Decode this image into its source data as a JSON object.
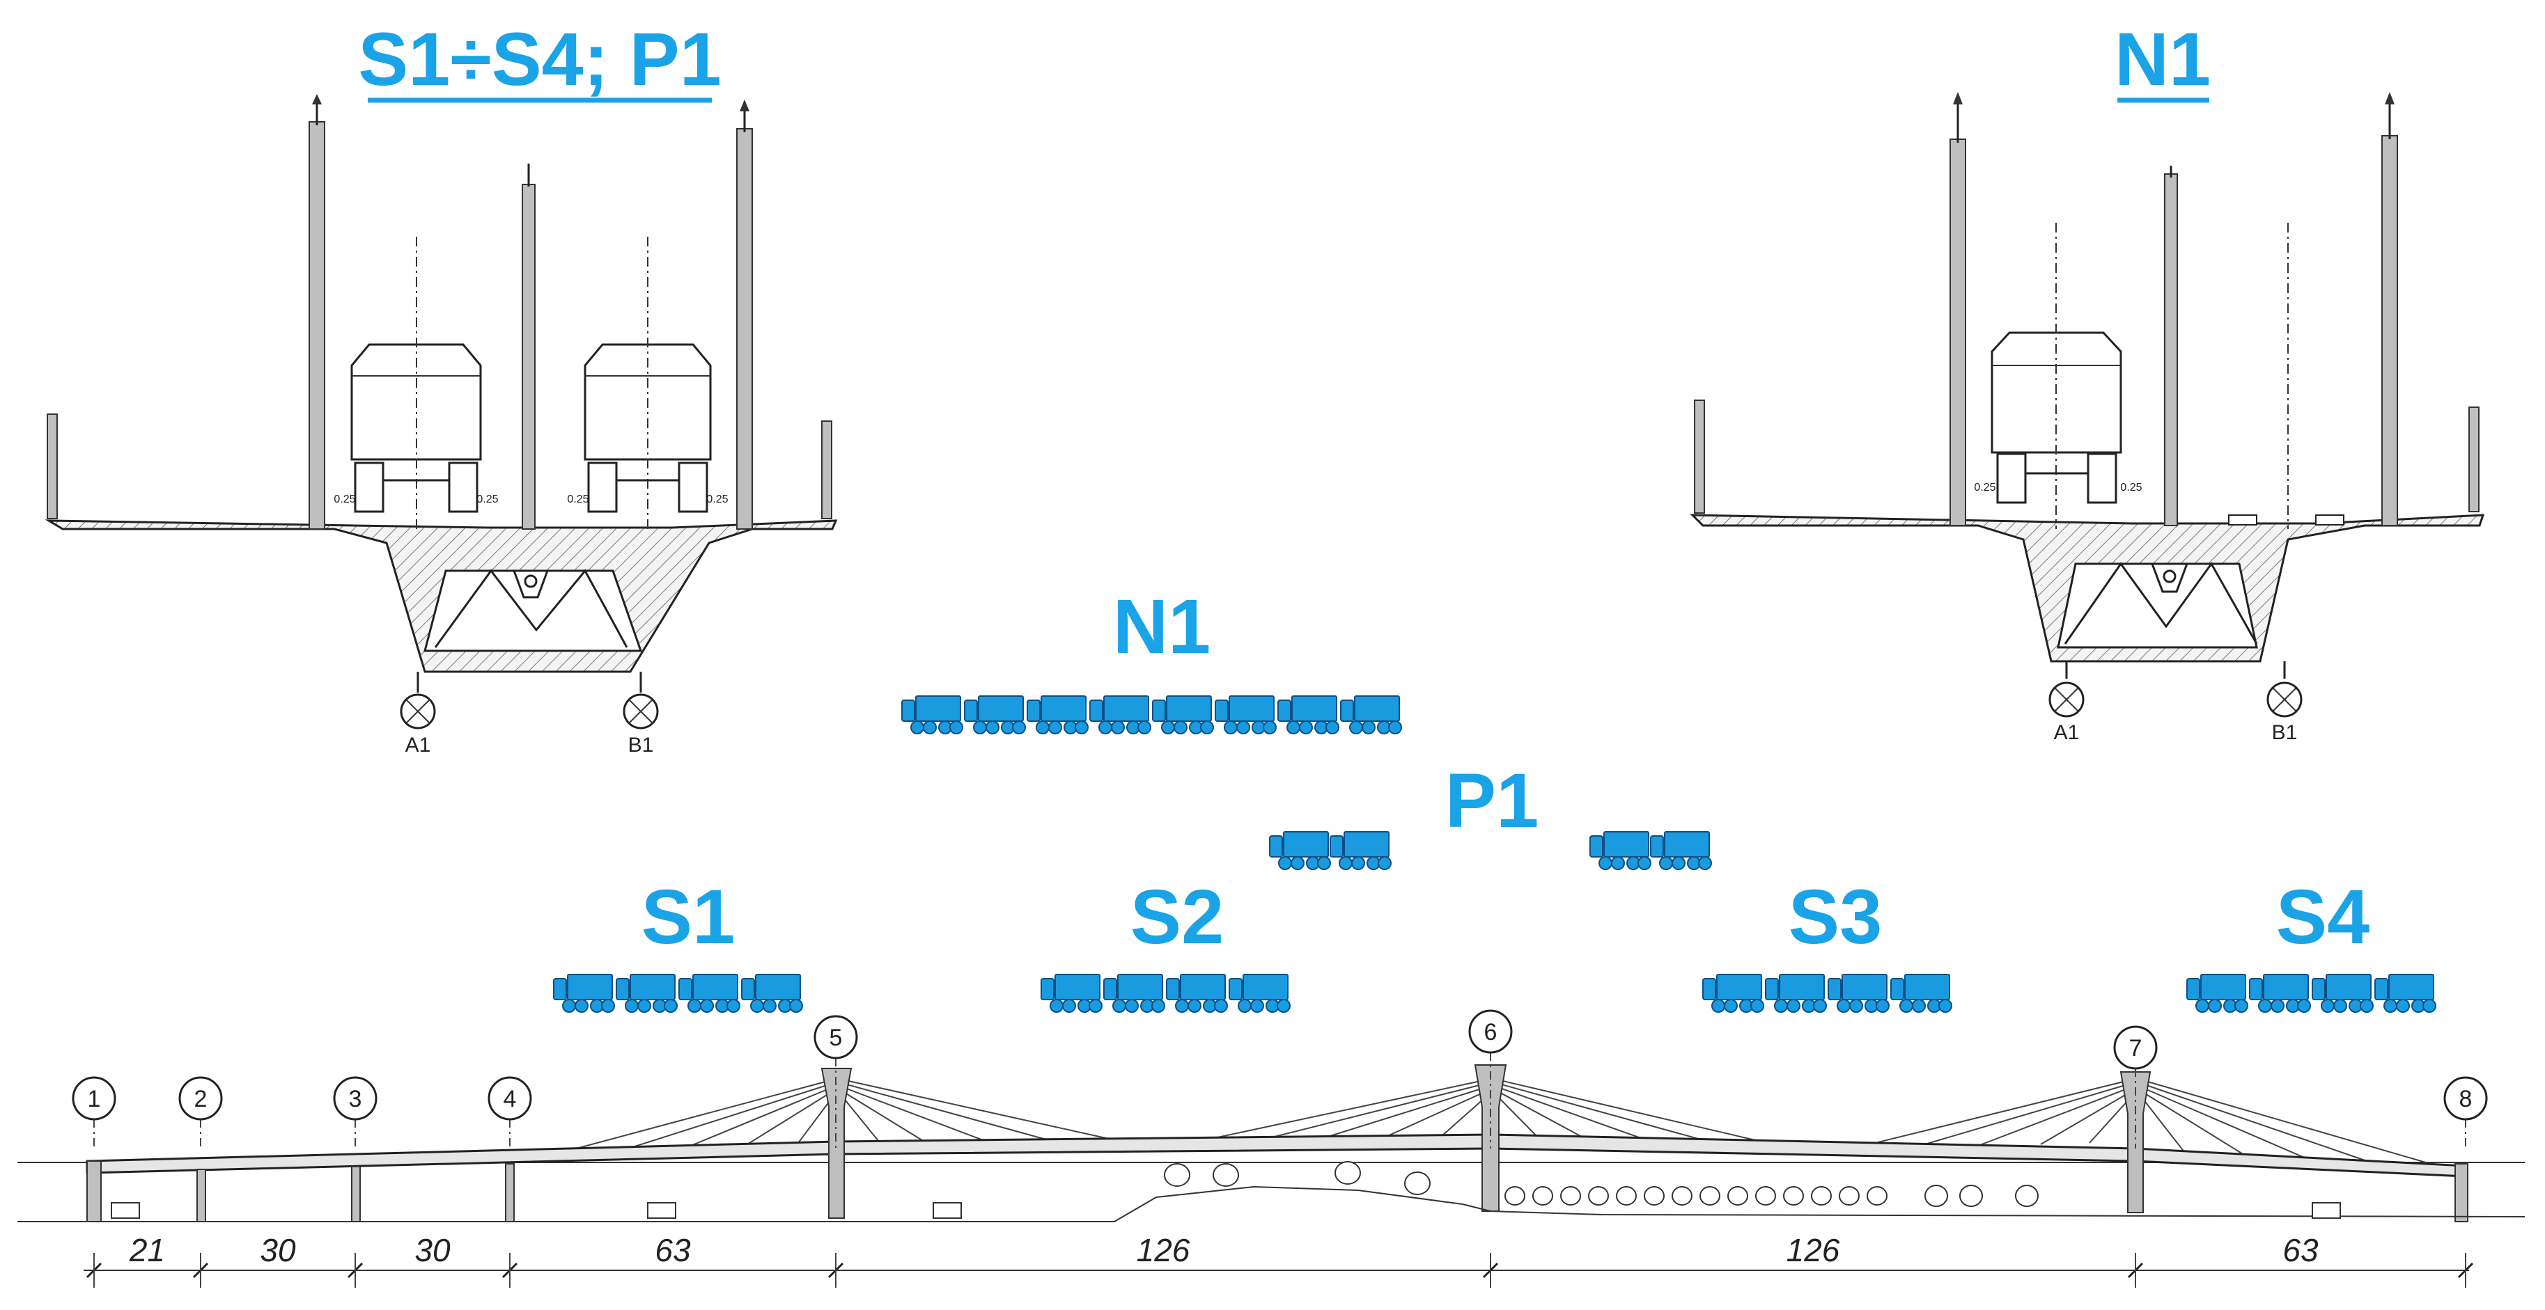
{
  "titles": {
    "left_section": "S1÷S4; P1",
    "right_section": "N1",
    "load_n1": "N1",
    "load_p1": "P1",
    "load_s1": "S1",
    "load_s2": "S2",
    "load_s3": "S3",
    "load_s4": "S4"
  },
  "bearing_labels": {
    "left_a": "A1",
    "left_b": "B1",
    "right_a": "A1",
    "right_b": "B1"
  },
  "small_marks": {
    "offset": "0.25"
  },
  "axes": [
    "1",
    "2",
    "3",
    "4",
    "5",
    "6",
    "7",
    "8"
  ],
  "spans": [
    "21",
    "30",
    "30",
    "63",
    "126",
    "126",
    "63"
  ],
  "colors": {
    "title_blue": "#1aa3e6",
    "truck_blue": "#1a9be0",
    "line": "#222222"
  }
}
